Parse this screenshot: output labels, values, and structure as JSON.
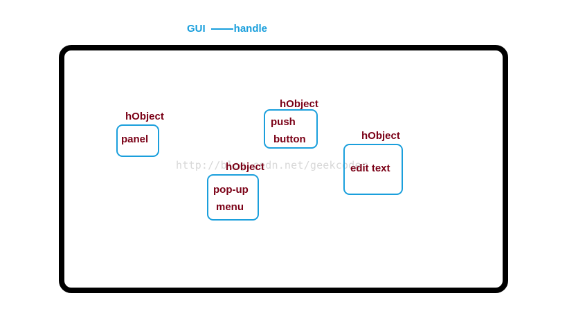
{
  "title": {
    "left": "GUI",
    "right": "handle"
  },
  "watermark": "http://blog.csdn.net/geekcoder",
  "controls": [
    {
      "id": "panel",
      "handle_label": "hObject",
      "lines": [
        "panel"
      ]
    },
    {
      "id": "push-button",
      "handle_label": "hObject",
      "lines": [
        "push",
        "button"
      ]
    },
    {
      "id": "edit-text",
      "handle_label": "hObject",
      "lines": [
        "edit text"
      ]
    },
    {
      "id": "popup-menu",
      "handle_label": "hObject",
      "lines": [
        "pop-up",
        "menu"
      ]
    }
  ],
  "colors": {
    "title": "#1a9fdc",
    "box_border": "#1a9fdc",
    "label_text": "#7a0016",
    "window_border": "#000000",
    "watermark": "#d8d8d8"
  }
}
